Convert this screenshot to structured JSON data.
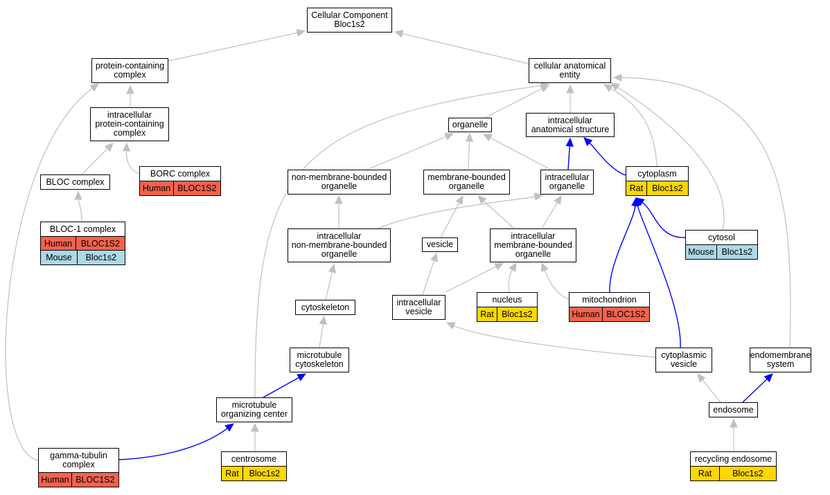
{
  "colors": {
    "edge_gray": "#c0c0c0",
    "edge_blue": "#0000ff",
    "human": "#f4624d",
    "mouse": "#add8e6",
    "rat": "#ffd700"
  },
  "nodes": {
    "root": [
      "Cellular Component",
      "Bloc1s2"
    ],
    "protein_containing_complex": [
      "protein-containing",
      "complex"
    ],
    "cellular_anatomical_entity": [
      "cellular anatomical",
      "entity"
    ],
    "intracellular_protein_containing_complex": [
      "intracellular",
      "protein-containing",
      "complex"
    ],
    "organelle": [
      "organelle"
    ],
    "intracellular_anatomical_structure": [
      "intracellular",
      "anatomical structure"
    ],
    "bloc_complex": [
      "BLOC complex"
    ],
    "borc_complex": [
      "BORC complex"
    ],
    "non_membrane_bounded_organelle": [
      "non-membrane-bounded",
      "organelle"
    ],
    "membrane_bounded_organelle": [
      "membrane-bounded",
      "organelle"
    ],
    "intracellular_organelle": [
      "intracellular",
      "organelle"
    ],
    "cytoplasm": [
      "cytoplasm"
    ],
    "bloc1_complex": [
      "BLOC-1 complex"
    ],
    "intracellular_nmbo": [
      "intracellular",
      "non-membrane-bounded",
      "organelle"
    ],
    "vesicle": [
      "vesicle"
    ],
    "intracellular_mbo": [
      "intracellular",
      "membrane-bounded",
      "organelle"
    ],
    "cytosol": [
      "cytosol"
    ],
    "cytoskeleton": [
      "cytoskeleton"
    ],
    "intracellular_vesicle": [
      "intracellular",
      "vesicle"
    ],
    "nucleus": [
      "nucleus"
    ],
    "mitochondrion": [
      "mitochondrion"
    ],
    "microtubule_cytoskeleton": [
      "microtubule",
      "cytoskeleton"
    ],
    "cytoplasmic_vesicle": [
      "cytoplasmic",
      "vesicle"
    ],
    "endomembrane_system": [
      "endomembrane",
      "system"
    ],
    "mtoc": [
      "microtubule",
      "organizing center"
    ],
    "endosome": [
      "endosome"
    ],
    "gamma_tubulin_complex": [
      "gamma-tubulin",
      "complex"
    ],
    "centrosome": [
      "centrosome"
    ],
    "recycling_endosome": [
      "recycling endosome"
    ]
  },
  "annotations": {
    "borc_complex": [
      [
        "Human",
        "BLOC1S2"
      ]
    ],
    "cytoplasm": [
      [
        "Rat",
        "Bloc1s2"
      ]
    ],
    "bloc1_complex": [
      [
        "Human",
        "BLOC1S2"
      ],
      [
        "Mouse",
        "Bloc1s2"
      ]
    ],
    "cytosol": [
      [
        "Mouse",
        "Bloc1s2"
      ]
    ],
    "nucleus": [
      [
        "Rat",
        "Bloc1s2"
      ]
    ],
    "mitochondrion": [
      [
        "Human",
        "BLOC1S2"
      ]
    ],
    "gamma_tubulin_complex": [
      [
        "Human",
        "BLOC1S2"
      ]
    ],
    "centrosome": [
      [
        "Rat",
        "Bloc1s2"
      ]
    ],
    "recycling_endosome": [
      [
        "Rat",
        "Bloc1s2"
      ]
    ]
  },
  "edges": [
    [
      "protein_containing_complex",
      "root",
      "gray"
    ],
    [
      "cellular_anatomical_entity",
      "root",
      "gray"
    ],
    [
      "intracellular_protein_containing_complex",
      "protein_containing_complex",
      "gray"
    ],
    [
      "gamma_tubulin_complex",
      "protein_containing_complex",
      "gray"
    ],
    [
      "organelle",
      "cellular_anatomical_entity",
      "gray"
    ],
    [
      "intracellular_anatomical_structure",
      "cellular_anatomical_entity",
      "gray"
    ],
    [
      "cytoplasm",
      "cellular_anatomical_entity",
      "gray"
    ],
    [
      "cytosol",
      "cellular_anatomical_entity",
      "gray"
    ],
    [
      "endomembrane_system",
      "cellular_anatomical_entity",
      "gray"
    ],
    [
      "mtoc",
      "cellular_anatomical_entity",
      "gray"
    ],
    [
      "bloc_complex",
      "intracellular_protein_containing_complex",
      "gray"
    ],
    [
      "borc_complex",
      "intracellular_protein_containing_complex",
      "gray"
    ],
    [
      "bloc1_complex",
      "bloc_complex",
      "gray"
    ],
    [
      "non_membrane_bounded_organelle",
      "organelle",
      "gray"
    ],
    [
      "membrane_bounded_organelle",
      "organelle",
      "gray"
    ],
    [
      "intracellular_organelle",
      "organelle",
      "gray"
    ],
    [
      "intracellular_organelle",
      "intracellular_anatomical_structure",
      "blue"
    ],
    [
      "cytoplasm",
      "intracellular_anatomical_structure",
      "blue"
    ],
    [
      "intracellular_nmbo",
      "non_membrane_bounded_organelle",
      "gray"
    ],
    [
      "intracellular_nmbo",
      "intracellular_organelle",
      "gray"
    ],
    [
      "vesicle",
      "membrane_bounded_organelle",
      "gray"
    ],
    [
      "intracellular_mbo",
      "membrane_bounded_organelle",
      "gray"
    ],
    [
      "intracellular_mbo",
      "intracellular_organelle",
      "gray"
    ],
    [
      "cytosol",
      "cytoplasm",
      "blue"
    ],
    [
      "mitochondrion",
      "cytoplasm",
      "blue"
    ],
    [
      "cytoplasmic_vesicle",
      "cytoplasm",
      "blue"
    ],
    [
      "cytoskeleton",
      "intracellular_nmbo",
      "gray"
    ],
    [
      "intracellular_vesicle",
      "vesicle",
      "gray"
    ],
    [
      "intracellular_vesicle",
      "intracellular_mbo",
      "gray"
    ],
    [
      "nucleus",
      "intracellular_mbo",
      "gray"
    ],
    [
      "mitochondrion",
      "intracellular_mbo",
      "gray"
    ],
    [
      "microtubule_cytoskeleton",
      "cytoskeleton",
      "gray"
    ],
    [
      "cytoplasmic_vesicle",
      "intracellular_vesicle",
      "gray"
    ],
    [
      "mtoc",
      "microtubule_cytoskeleton",
      "blue"
    ],
    [
      "endosome",
      "cytoplasmic_vesicle",
      "gray"
    ],
    [
      "endosome",
      "endomembrane_system",
      "blue"
    ],
    [
      "gamma_tubulin_complex",
      "mtoc",
      "blue"
    ],
    [
      "centrosome",
      "mtoc",
      "gray"
    ],
    [
      "recycling_endosome",
      "endosome",
      "gray"
    ]
  ]
}
